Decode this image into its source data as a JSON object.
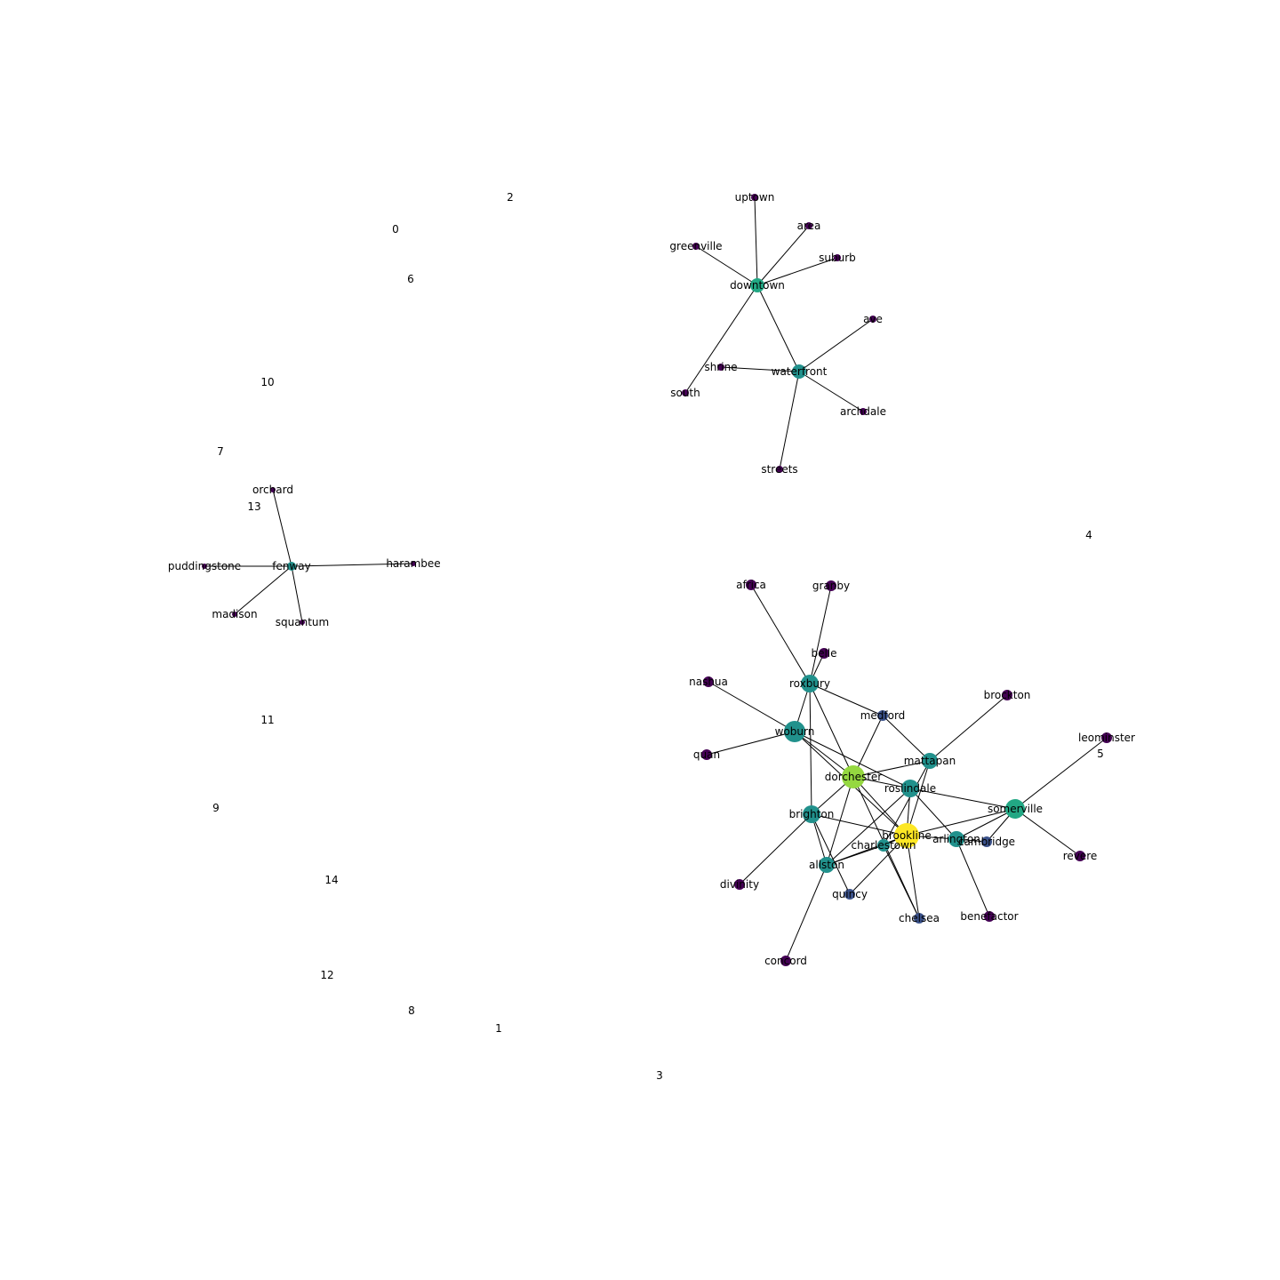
{
  "colors": {
    "edge": "#000000",
    "label": "#000000",
    "background": "#ffffff"
  },
  "isolated_labels": [
    "0",
    "1",
    "2",
    "3",
    "4",
    "5",
    "6",
    "7",
    "8",
    "9",
    "10",
    "11",
    "12",
    "13",
    "14"
  ],
  "nodes": [
    {
      "id": "uptown",
      "label": "uptown",
      "color": "#440154"
    },
    {
      "id": "area",
      "label": "area",
      "color": "#440154"
    },
    {
      "id": "greenville",
      "label": "greenville",
      "color": "#440154"
    },
    {
      "id": "suburb",
      "label": "suburb",
      "color": "#440154"
    },
    {
      "id": "downtown",
      "label": "downtown",
      "color": "#22a884"
    },
    {
      "id": "ave",
      "label": "ave",
      "color": "#440154"
    },
    {
      "id": "shrine",
      "label": "shrine",
      "color": "#440154"
    },
    {
      "id": "waterfront",
      "label": "waterfront",
      "color": "#21918c"
    },
    {
      "id": "south",
      "label": "south",
      "color": "#440154"
    },
    {
      "id": "archdale",
      "label": "archdale",
      "color": "#440154"
    },
    {
      "id": "streets",
      "label": "streets",
      "color": "#440154"
    },
    {
      "id": "orchard",
      "label": "orchard",
      "color": "#440154"
    },
    {
      "id": "puddingstone",
      "label": "puddingstone",
      "color": "#440154"
    },
    {
      "id": "fenway",
      "label": "fenway",
      "color": "#21918c"
    },
    {
      "id": "harambee",
      "label": "harambee",
      "color": "#440154"
    },
    {
      "id": "madison",
      "label": "madison",
      "color": "#440154"
    },
    {
      "id": "squantum",
      "label": "squantum",
      "color": "#440154"
    },
    {
      "id": "africa",
      "label": "africa",
      "color": "#440154"
    },
    {
      "id": "granby",
      "label": "granby",
      "color": "#440154"
    },
    {
      "id": "belle",
      "label": "belle",
      "color": "#440154"
    },
    {
      "id": "nashua",
      "label": "nashua",
      "color": "#440154"
    },
    {
      "id": "roxbury",
      "label": "roxbury",
      "color": "#21918c"
    },
    {
      "id": "brockton",
      "label": "brockton",
      "color": "#440154"
    },
    {
      "id": "medford",
      "label": "medford",
      "color": "#3b528b"
    },
    {
      "id": "woburn",
      "label": "woburn",
      "color": "#21918c"
    },
    {
      "id": "leominster",
      "label": "leominster",
      "color": "#440154"
    },
    {
      "id": "quan",
      "label": "quan",
      "color": "#440154"
    },
    {
      "id": "mattapan",
      "label": "mattapan",
      "color": "#21918c"
    },
    {
      "id": "dorchester",
      "label": "dorchester",
      "color": "#95d840"
    },
    {
      "id": "roslindale",
      "label": "roslindale",
      "color": "#21918c"
    },
    {
      "id": "somerville",
      "label": "somerville",
      "color": "#22a884"
    },
    {
      "id": "brighton",
      "label": "brighton",
      "color": "#21918c"
    },
    {
      "id": "brookline",
      "label": "brookline",
      "color": "#fde725"
    },
    {
      "id": "arlington",
      "label": "arlington",
      "color": "#21918c"
    },
    {
      "id": "cambridge",
      "label": "cambridge",
      "color": "#3b528b"
    },
    {
      "id": "charlestown",
      "label": "charlestown",
      "color": "#21918c"
    },
    {
      "id": "revere",
      "label": "revere",
      "color": "#440154"
    },
    {
      "id": "allston",
      "label": "allston",
      "color": "#21918c"
    },
    {
      "id": "divinity",
      "label": "divinity",
      "color": "#440154"
    },
    {
      "id": "quincy",
      "label": "quincy",
      "color": "#3b528b"
    },
    {
      "id": "chelsea",
      "label": "chelsea",
      "color": "#3b528b"
    },
    {
      "id": "benefactor",
      "label": "benefactor",
      "color": "#440154"
    },
    {
      "id": "concord",
      "label": "concord",
      "color": "#440154"
    }
  ],
  "edges": [
    [
      "downtown",
      "uptown"
    ],
    [
      "downtown",
      "area"
    ],
    [
      "downtown",
      "greenville"
    ],
    [
      "downtown",
      "suburb"
    ],
    [
      "downtown",
      "waterfront"
    ],
    [
      "downtown",
      "south"
    ],
    [
      "waterfront",
      "ave"
    ],
    [
      "waterfront",
      "shrine"
    ],
    [
      "waterfront",
      "archdale"
    ],
    [
      "waterfront",
      "streets"
    ],
    [
      "fenway",
      "orchard"
    ],
    [
      "fenway",
      "puddingstone"
    ],
    [
      "fenway",
      "harambee"
    ],
    [
      "fenway",
      "madison"
    ],
    [
      "fenway",
      "squantum"
    ],
    [
      "roxbury",
      "africa"
    ],
    [
      "roxbury",
      "granby"
    ],
    [
      "roxbury",
      "belle"
    ],
    [
      "roxbury",
      "woburn"
    ],
    [
      "roxbury",
      "medford"
    ],
    [
      "roxbury",
      "dorchester"
    ],
    [
      "roxbury",
      "brighton"
    ],
    [
      "woburn",
      "nashua"
    ],
    [
      "woburn",
      "quan"
    ],
    [
      "woburn",
      "dorchester"
    ],
    [
      "woburn",
      "roslindale"
    ],
    [
      "woburn",
      "brookline"
    ],
    [
      "medford",
      "dorchester"
    ],
    [
      "medford",
      "mattapan"
    ],
    [
      "mattapan",
      "brockton"
    ],
    [
      "mattapan",
      "dorchester"
    ],
    [
      "mattapan",
      "brookline"
    ],
    [
      "mattapan",
      "charlestown"
    ],
    [
      "dorchester",
      "brighton"
    ],
    [
      "dorchester",
      "allston"
    ],
    [
      "dorchester",
      "brookline"
    ],
    [
      "dorchester",
      "chelsea"
    ],
    [
      "dorchester",
      "roslindale"
    ],
    [
      "roslindale",
      "somerville"
    ],
    [
      "roslindale",
      "brookline"
    ],
    [
      "roslindale",
      "allston"
    ],
    [
      "roslindale",
      "arlington"
    ],
    [
      "somerville",
      "leominster"
    ],
    [
      "somerville",
      "revere"
    ],
    [
      "somerville",
      "brookline"
    ],
    [
      "somerville",
      "arlington"
    ],
    [
      "somerville",
      "cambridge"
    ],
    [
      "brighton",
      "brookline"
    ],
    [
      "brighton",
      "allston"
    ],
    [
      "brighton",
      "divinity"
    ],
    [
      "brighton",
      "quincy"
    ],
    [
      "brookline",
      "arlington"
    ],
    [
      "brookline",
      "charlestown"
    ],
    [
      "brookline",
      "allston"
    ],
    [
      "brookline",
      "quincy"
    ],
    [
      "brookline",
      "chelsea"
    ],
    [
      "arlington",
      "cambridge"
    ],
    [
      "arlington",
      "benefactor"
    ],
    [
      "charlestown",
      "allston"
    ],
    [
      "charlestown",
      "chelsea"
    ],
    [
      "allston",
      "concord"
    ]
  ]
}
